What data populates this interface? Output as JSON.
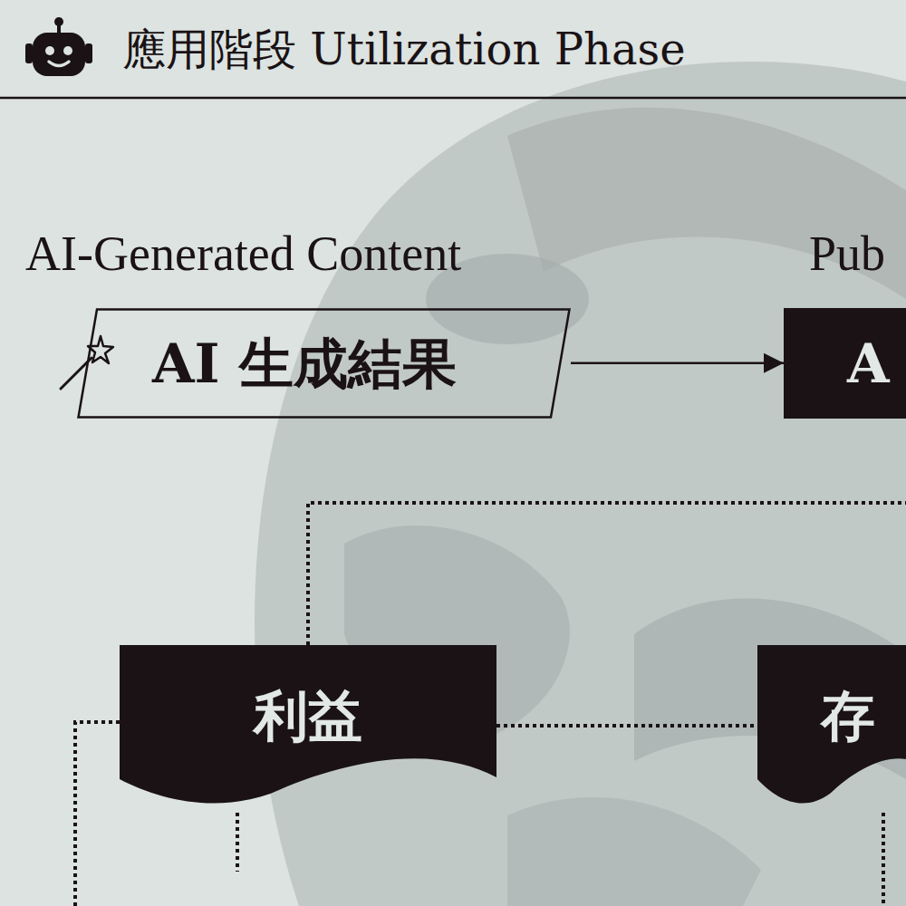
{
  "diagram": {
    "title": "應用階段 Utilization Phase",
    "nodes": [
      {
        "text": [
          "AI-Generated Content",
          "AI 生成結果"
        ]
      },
      {
        "text": [
          "Pub",
          "A"
        ]
      },
      {
        "text": [
          "利益"
        ]
      },
      {
        "text": [
          "存"
        ]
      }
    ],
    "edges": [
      {
        "from": 0,
        "to": 1,
        "arrow": "to"
      },
      {
        "from": 2,
        "to": 3,
        "arrow": "none"
      }
    ]
  }
}
